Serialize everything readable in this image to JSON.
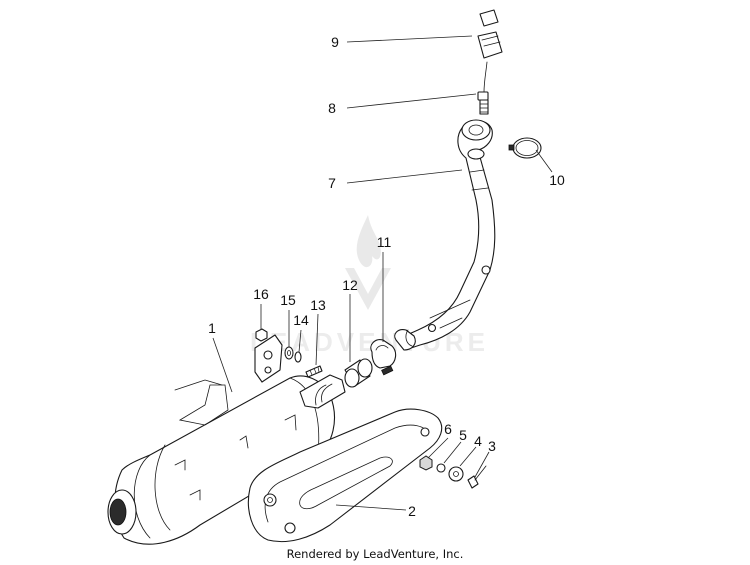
{
  "watermark": "LEADVENTURE",
  "footer": "Rendered by LeadVenture, Inc.",
  "callouts": {
    "c1": "1",
    "c2": "2",
    "c3": "3",
    "c4": "4",
    "c5": "5",
    "c6": "6",
    "c7": "7",
    "c8": "8",
    "c9": "9",
    "c10": "10",
    "c11": "11",
    "c12": "12",
    "c13": "13",
    "c14": "14",
    "c15": "15",
    "c16": "16"
  }
}
